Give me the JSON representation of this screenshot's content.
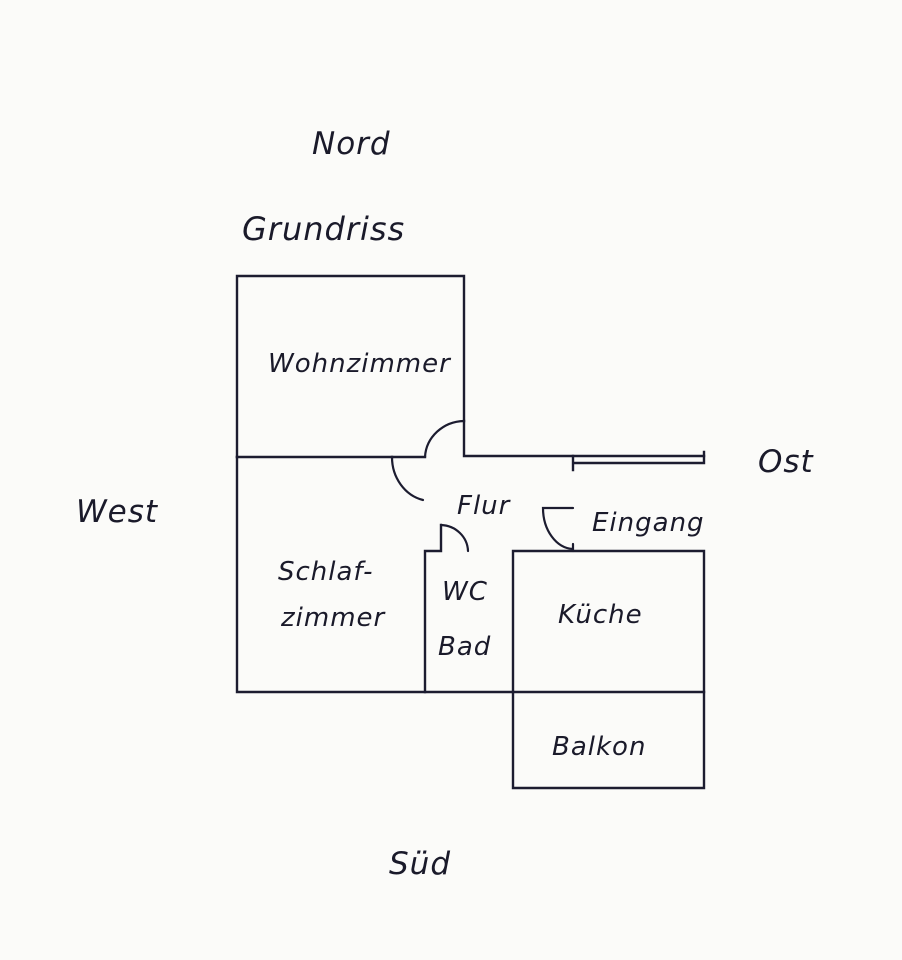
{
  "diagram": {
    "title": "Grundriss",
    "compass": {
      "north": "Nord",
      "south": "Süd",
      "east": "Ost",
      "west": "West"
    },
    "rooms": [
      {
        "id": "wohnzimmer",
        "label_lines": [
          "Wohnzimmer"
        ]
      },
      {
        "id": "schlafzimmer",
        "label_lines": [
          "Schlaf-",
          "zimmer"
        ]
      },
      {
        "id": "wc-bad",
        "label_lines": [
          "WC",
          "Bad"
        ]
      },
      {
        "id": "kueche",
        "label_lines": [
          "Küche"
        ]
      },
      {
        "id": "balkon",
        "label_lines": [
          "Balkon"
        ]
      },
      {
        "id": "flur",
        "label_lines": [
          "Flur"
        ]
      }
    ],
    "annotations": {
      "entrance": "Eingang"
    },
    "colors": {
      "line": "#1c1c30",
      "background": "#fbfbf9"
    }
  }
}
